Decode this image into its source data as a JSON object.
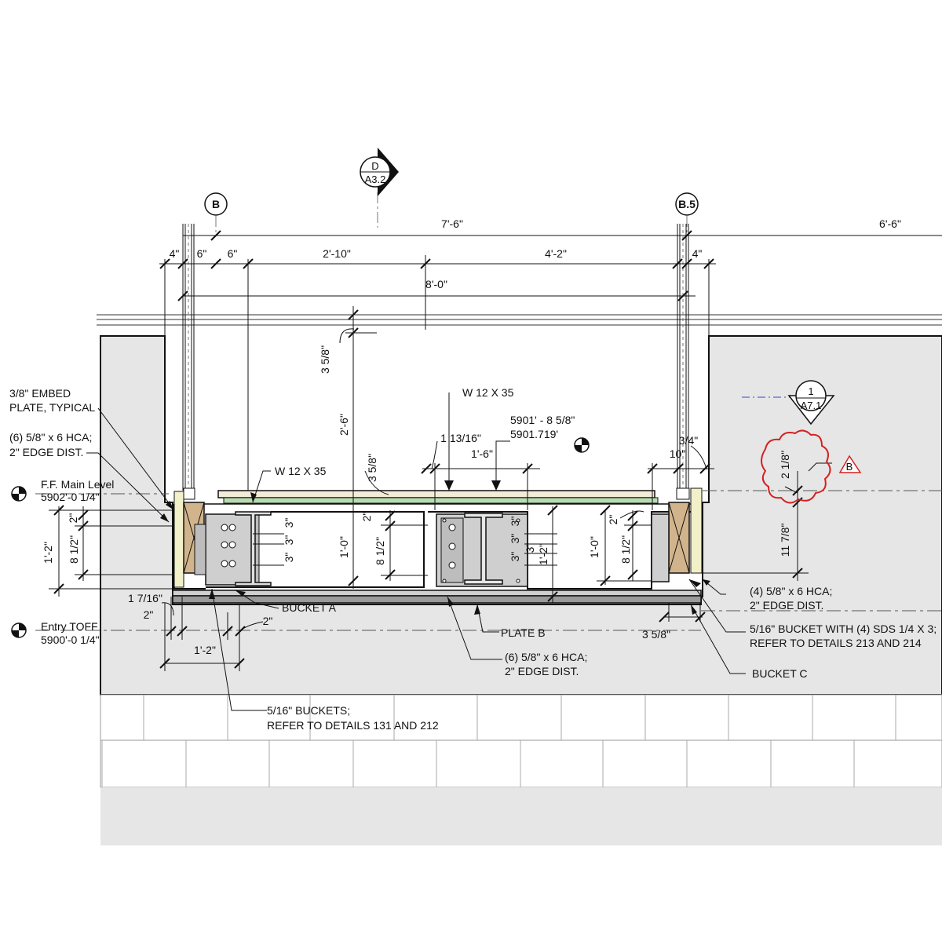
{
  "grids": {
    "b": "B",
    "b5": "B.5"
  },
  "section_tag_top": {
    "top": "D",
    "bottom": "A3.2"
  },
  "section_tag_right": {
    "top": "1",
    "bottom": "A7.1"
  },
  "revision_tag": "B",
  "dimensions": {
    "span_left": "7'-6\"",
    "span_right": "6'-6\"",
    "d_4_left": "4\"",
    "d_6_a": "6\"",
    "d_6_b": "6\"",
    "d_2_10": "2'-10\"",
    "d_4_2": "4'-2\"",
    "d_4_right": "4\"",
    "d_8_0": "8'-0\"",
    "d_3_5_8_top": "3 5/8\"",
    "d_2_6": "2'-6\"",
    "d_1_13_16": "1 13/16\"",
    "d_1_6": "1'-6\"",
    "d_3_5_8_mid": "3 5/8\"",
    "d_3_4": "3/4\"",
    "d_10": "10\"",
    "d_2_1_8": "2 1/8\"",
    "d_11_7_8": "11 7/8\"",
    "d_1_2_left": "1'-2\"",
    "d_2_left": "2\"",
    "d_8_1_2_left": "8 1/2\"",
    "d_3_a": "3\"",
    "d_3_b": "3\"",
    "d_3_c": "3\"",
    "d_1_0_a": "1'-0\"",
    "d_2_mid": "2\"",
    "d_8_1_2_mid": "8 1/2\"",
    "d_3_d": "3\"",
    "d_3_e": "3\"",
    "d_3_f": "3\"",
    "d_3_g": "3\"",
    "d_1_2_mid": "1'-2\"",
    "d_1_0_b": "1'-0\"",
    "d_2_right": "2\"",
    "d_8_1_2_right": "8 1/2\"",
    "d_1_7_16": "1 7/16\"",
    "d_2_bot_a": "2\"",
    "d_2_bot_b": "2\"",
    "d_1_2_bot": "1'-2\"",
    "d_3_5_8_bot": "3 5/8\""
  },
  "levels": {
    "main_name": "F.F. Main Level",
    "main_elev": "5902'-0 1/4\"",
    "entry_name": "Entry TOFF",
    "entry_elev": "5900'-0 1/4\""
  },
  "elevation_tag": {
    "line1": "5901' - 8 5/8\"",
    "line2": "5901.719'"
  },
  "notes": {
    "embed_1": "3/8\" EMBED",
    "embed_2": "PLATE, TYPICAL",
    "hca6_1": "(6) 5/8\" x 6 HCA;",
    "hca6_2": "2\" EDGE DIST.",
    "beam_top": "W 12 X 35",
    "beam_left": "W 12 X 35",
    "bucket_a": "BUCKET A",
    "plate_b": "PLATE B",
    "hca6_mid_1": "(6) 5/8\" x 6 HCA;",
    "hca6_mid_2": "2\" EDGE DIST.",
    "hca4_1": "(4) 5/8\" x 6 HCA;",
    "hca4_2": "2\" EDGE DIST.",
    "sds_1": "5/16\" BUCKET WITH (4) SDS 1/4 X 3;",
    "sds_2": "REFER TO DETAILS 213 AND 214",
    "bucket_c": "BUCKET C",
    "buckets_1": "5/16\" BUCKETS;",
    "buckets_2": "REFER TO DETAILS 131 AND 212"
  },
  "colors": {
    "concrete": "#e6e6e6",
    "steel": "#cfcfcf",
    "deck": "#b7dcb0",
    "wood": "#d2b48c",
    "revision_cloud": "#d62020",
    "section_line": "#2a4ad0"
  }
}
